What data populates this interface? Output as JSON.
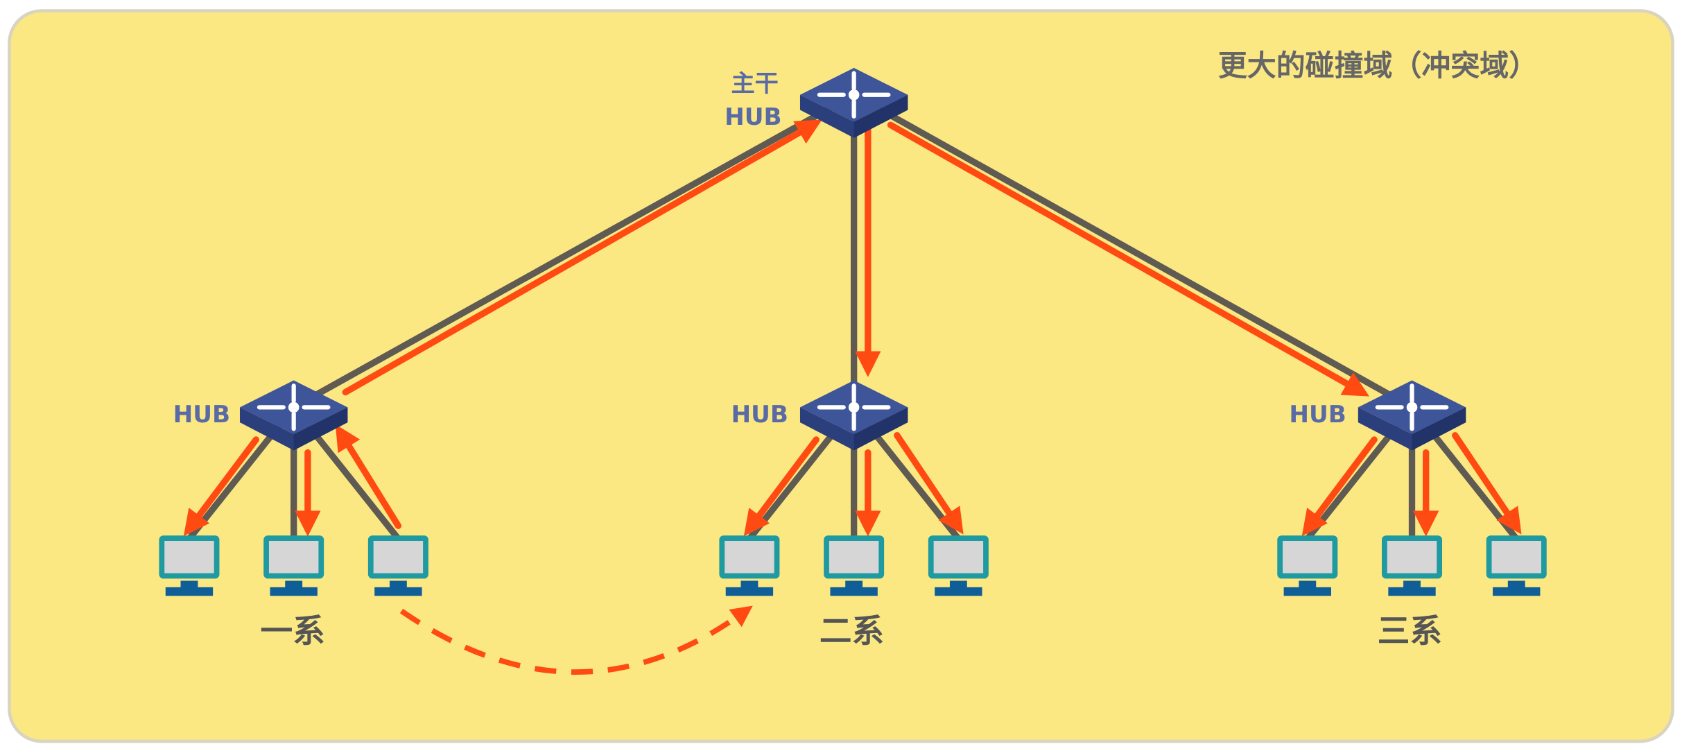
{
  "title": "更大的碰撞域（冲突域）",
  "backbone_hub": {
    "line1": "主干",
    "line2": "HUB"
  },
  "hubs": [
    {
      "label": "HUB",
      "group": "一系"
    },
    {
      "label": "HUB",
      "group": "二系"
    },
    {
      "label": "HUB",
      "group": "三系"
    }
  ],
  "colors": {
    "background": "#FBE883",
    "cable": "#5f5a52",
    "signal": "#FF4A12",
    "hub": "#3f5599",
    "monitor_frame": "#1e9aa0",
    "monitor_screen": "#d6d6d6",
    "monitor_base": "#0f5e98",
    "label": "#5a6aa5"
  }
}
